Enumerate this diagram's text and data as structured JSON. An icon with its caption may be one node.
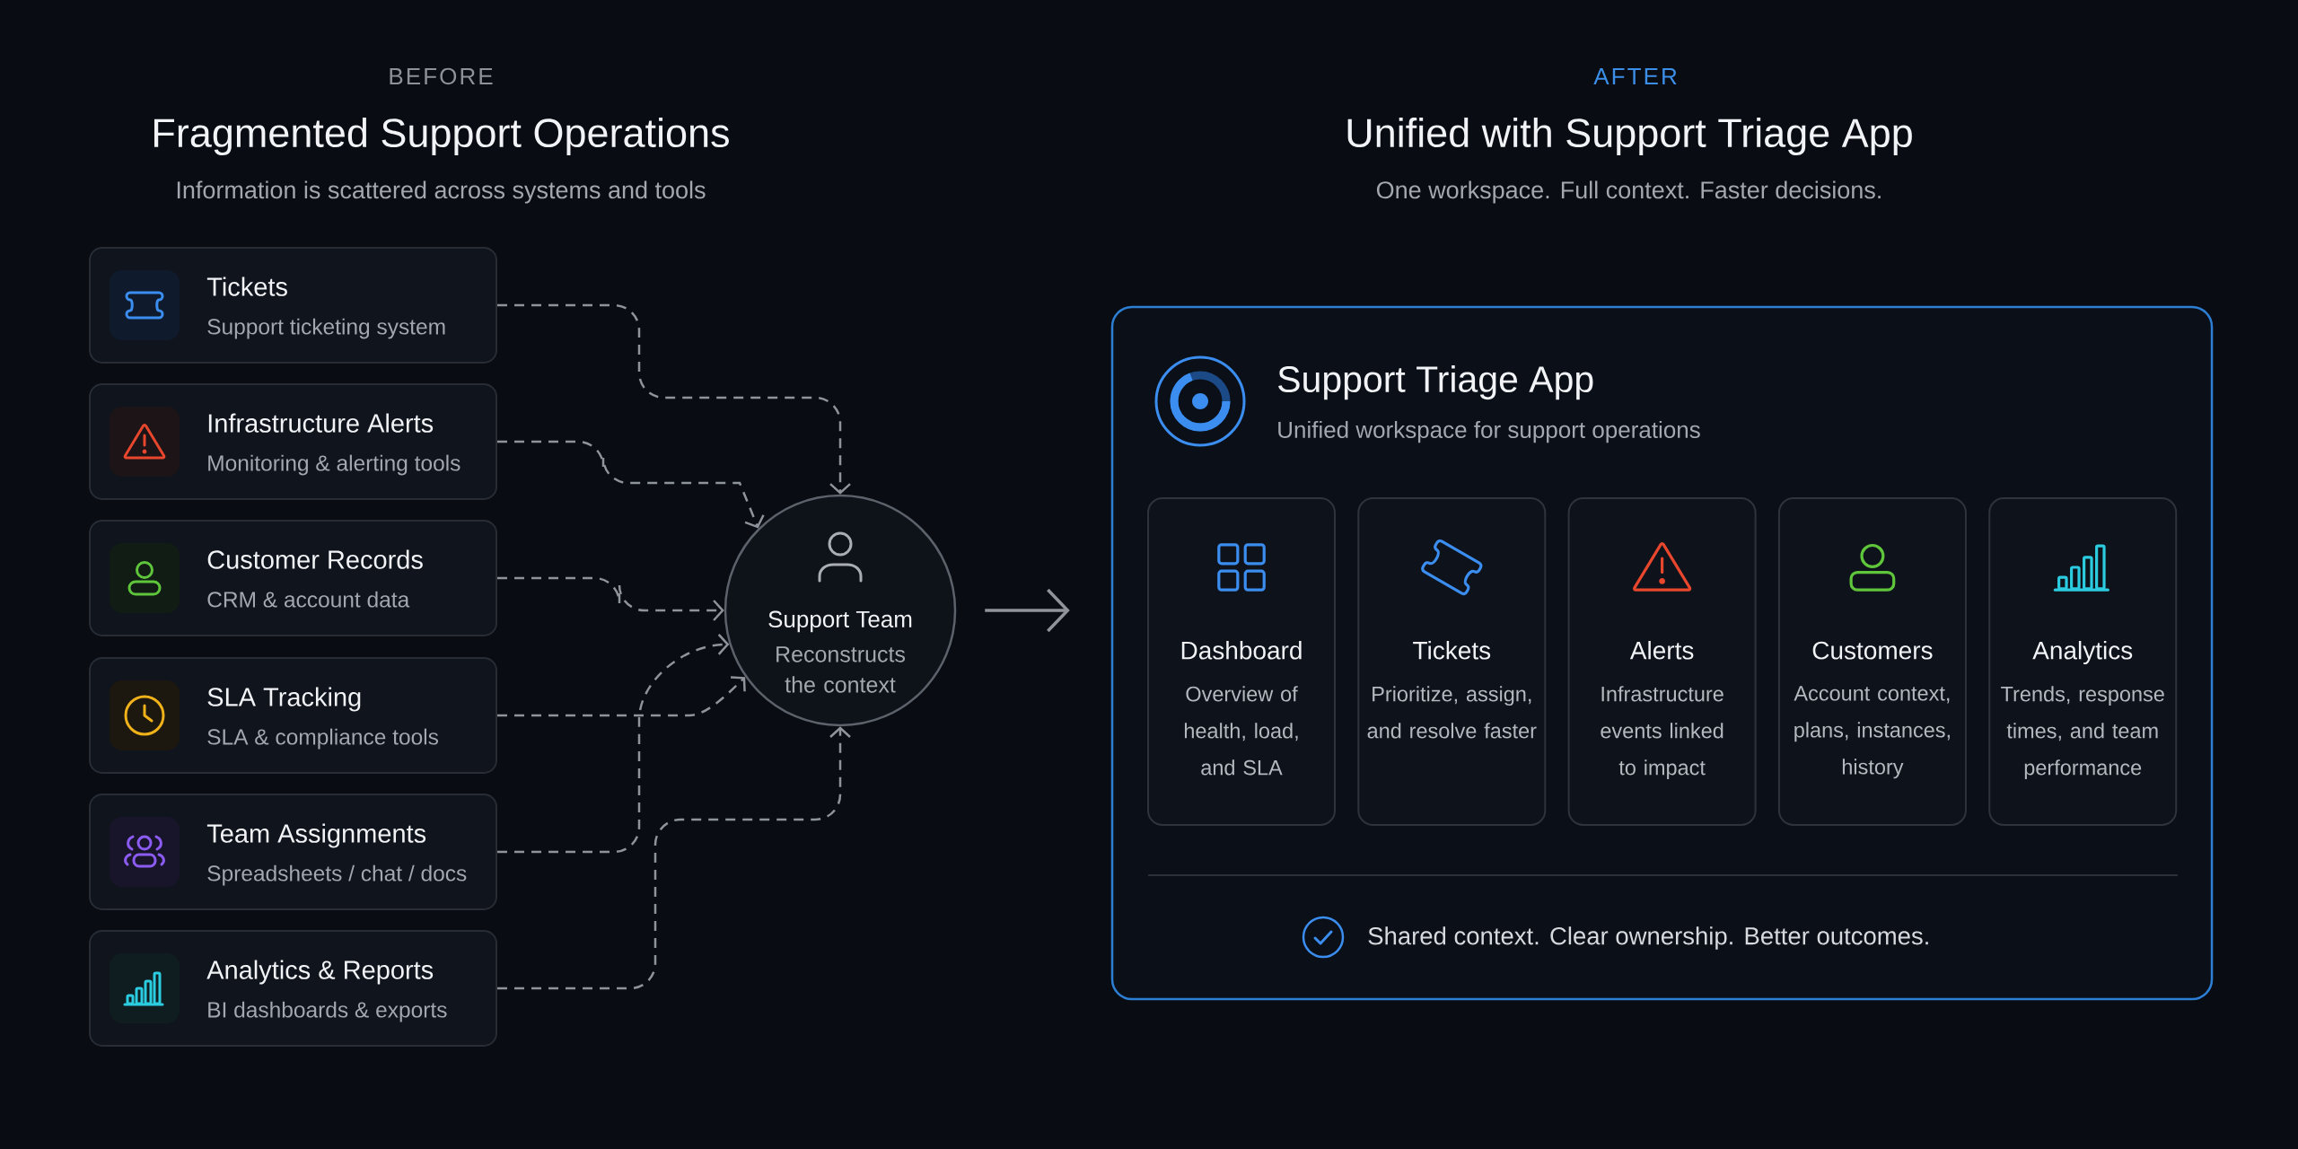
{
  "diagram": {
    "nodes": [
      {
        "text": [
          "Tickets",
          "Support ticketing system"
        ]
      },
      {
        "text": [
          "Infrastructure Alerts",
          "Monitoring & alerting tools"
        ]
      },
      {
        "text": [
          "Customer Records",
          "CRM & account data"
        ]
      },
      {
        "text": [
          "SLA Tracking",
          "SLA & compliance tools"
        ]
      },
      {
        "text": [
          "Team Assignments",
          "Spreadsheets / chat / docs"
        ]
      },
      {
        "text": [
          "Analytics & Reports",
          "BI dashboards & exports"
        ]
      },
      {
        "text": [
          "Support Team",
          "Reconstructs the context"
        ]
      },
      {
        "text": [
          "Support Triage App",
          "Unified workspace for support operations",
          "Shared context. Clear ownership. Better outcomes."
        ]
      },
      {
        "text": [
          "Dashboard",
          "Overview of health, load, and SLA"
        ],
        "in": 7
      },
      {
        "text": [
          "Tickets",
          "Prioritize, assign, and resolve faster"
        ],
        "in": 7
      },
      {
        "text": [
          "Alerts",
          "Infrastructure events linked to impact"
        ],
        "in": 7
      },
      {
        "text": [
          "Customers",
          "Account context, plans, instances, history"
        ],
        "in": 7
      },
      {
        "text": [
          "Analytics",
          "Trends, response times, and team performance"
        ],
        "in": 7
      }
    ],
    "edges": [
      {
        "from": 0,
        "to": 6,
        "arrow": "to",
        "style": "dashed"
      },
      {
        "from": 1,
        "to": 6,
        "arrow": "to",
        "style": "dashed"
      },
      {
        "from": 2,
        "to": 6,
        "arrow": "to",
        "style": "dashed"
      },
      {
        "from": 3,
        "to": 6,
        "arrow": "to",
        "style": "dashed"
      },
      {
        "from": 4,
        "to": 6,
        "arrow": "to",
        "style": "dashed"
      },
      {
        "from": 5,
        "to": 6,
        "arrow": "to",
        "style": "dashed"
      },
      {
        "from": 6,
        "to": 7,
        "arrow": "to"
      }
    ],
    "labels": [
      "BEFORE",
      "Fragmented Support Operations",
      "Information is scattered across systems and tools",
      "AFTER",
      "Unified with Support Triage App",
      "One workspace. Full context. Faster decisions."
    ]
  }
}
